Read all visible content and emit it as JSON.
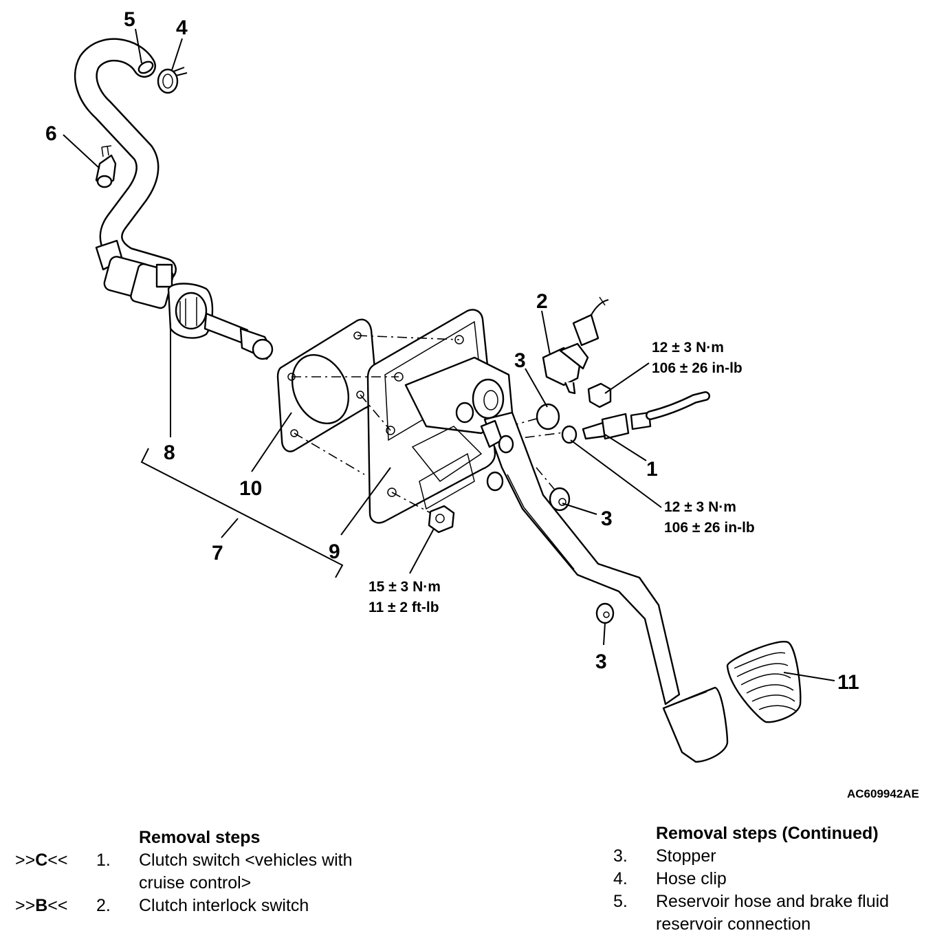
{
  "figure_ref": "AC609942AE",
  "callouts": {
    "c1": "1",
    "c2": "2",
    "c3a": "3",
    "c3b": "3",
    "c3c": "3",
    "c4": "4",
    "c5": "5",
    "c6": "6",
    "c7": "7",
    "c8": "8",
    "c9": "9",
    "c10": "10",
    "c11": "11"
  },
  "torques": {
    "nut_top": {
      "metric": "12 ± 3 N·m",
      "imperial": "106 ± 26 in-lb"
    },
    "switch_1": {
      "metric": "12 ± 3 N·m",
      "imperial": "106 ± 26 in-lb"
    },
    "bracket_nut": {
      "metric": "15 ± 3 N·m",
      "imperial": "11 ± 2 ft-lb"
    }
  },
  "left_steps": {
    "heading": "Removal steps",
    "items": [
      {
        "mark_pre": ">>",
        "mark_letter": "C",
        "mark_post": "<<",
        "num": "1.",
        "line1": "Clutch switch <vehicles with",
        "line2": "cruise control>"
      },
      {
        "mark_pre": ">>",
        "mark_letter": "B",
        "mark_post": "<<",
        "num": "2.",
        "line1": "Clutch interlock switch",
        "line2": ""
      }
    ]
  },
  "right_steps": {
    "heading": "Removal steps (Continued)",
    "items": [
      {
        "num": "3.",
        "line1": "Stopper",
        "line2": ""
      },
      {
        "num": "4.",
        "line1": "Hose clip",
        "line2": ""
      },
      {
        "num": "5.",
        "line1": "Reservoir hose and brake fluid",
        "line2": "reservoir connection"
      }
    ]
  }
}
